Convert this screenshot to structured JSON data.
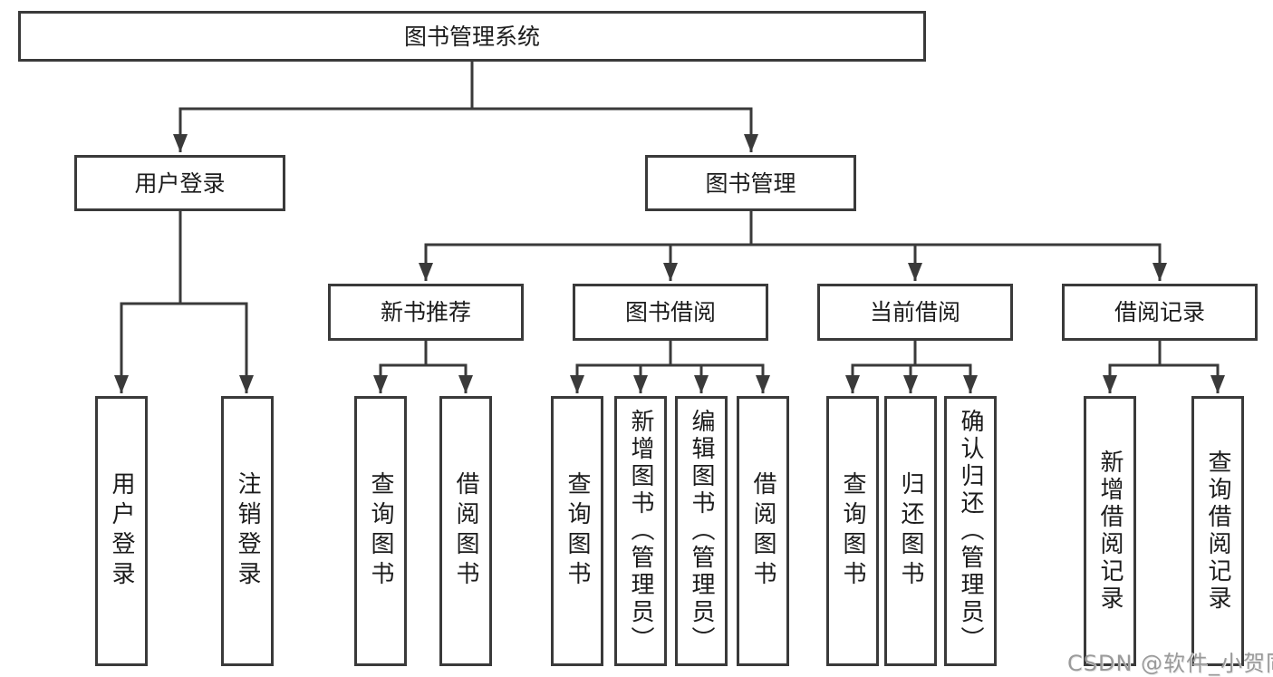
{
  "diagram": {
    "type": "hierarchy-tree",
    "nodes": {
      "root": {
        "label": "图书管理系统"
      },
      "user_login": {
        "label": "用户登录"
      },
      "book_mgmt": {
        "label": "图书管理"
      },
      "new_book_rec": {
        "label": "新书推荐"
      },
      "book_borrow": {
        "label": "图书借阅"
      },
      "current_borrow": {
        "label": "当前借阅"
      },
      "borrow_record": {
        "label": "借阅记录"
      },
      "ul_login": {
        "label": "用户登录"
      },
      "ul_logout": {
        "label": "注销登录"
      },
      "nb_query": {
        "label": "查询图书"
      },
      "nb_borrow": {
        "label": "借阅图书"
      },
      "bb_query": {
        "label": "查询图书"
      },
      "bb_add": {
        "label": "新增图书（管理员）"
      },
      "bb_edit": {
        "label": "编辑图书（管理员）"
      },
      "bb_borrow": {
        "label": "借阅图书"
      },
      "cb_query": {
        "label": "查询图书"
      },
      "cb_return": {
        "label": "归还图书"
      },
      "cb_confirm": {
        "label": "确认归还（管理员）"
      },
      "br_add": {
        "label": "新增借阅记录"
      },
      "br_query": {
        "label": "查询借阅记录"
      }
    },
    "edges": [
      [
        "root",
        "user_login"
      ],
      [
        "root",
        "book_mgmt"
      ],
      [
        "user_login",
        "ul_login"
      ],
      [
        "user_login",
        "ul_logout"
      ],
      [
        "book_mgmt",
        "new_book_rec"
      ],
      [
        "book_mgmt",
        "book_borrow"
      ],
      [
        "book_mgmt",
        "current_borrow"
      ],
      [
        "book_mgmt",
        "borrow_record"
      ],
      [
        "new_book_rec",
        "nb_query"
      ],
      [
        "new_book_rec",
        "nb_borrow"
      ],
      [
        "book_borrow",
        "bb_query"
      ],
      [
        "book_borrow",
        "bb_add"
      ],
      [
        "book_borrow",
        "bb_edit"
      ],
      [
        "book_borrow",
        "bb_borrow"
      ],
      [
        "current_borrow",
        "cb_query"
      ],
      [
        "current_borrow",
        "cb_return"
      ],
      [
        "current_borrow",
        "cb_confirm"
      ],
      [
        "borrow_record",
        "br_add"
      ],
      [
        "borrow_record",
        "br_query"
      ]
    ],
    "colors": {
      "line": "#3a3a3a",
      "box_border": "#3a3a3a",
      "box_fill": "#ffffff",
      "text": "#1c1c1c",
      "watermark_text": "#9a9a9a",
      "background": "#ffffff"
    }
  },
  "watermark": {
    "text": "CSDN @软件_小贺同学"
  }
}
